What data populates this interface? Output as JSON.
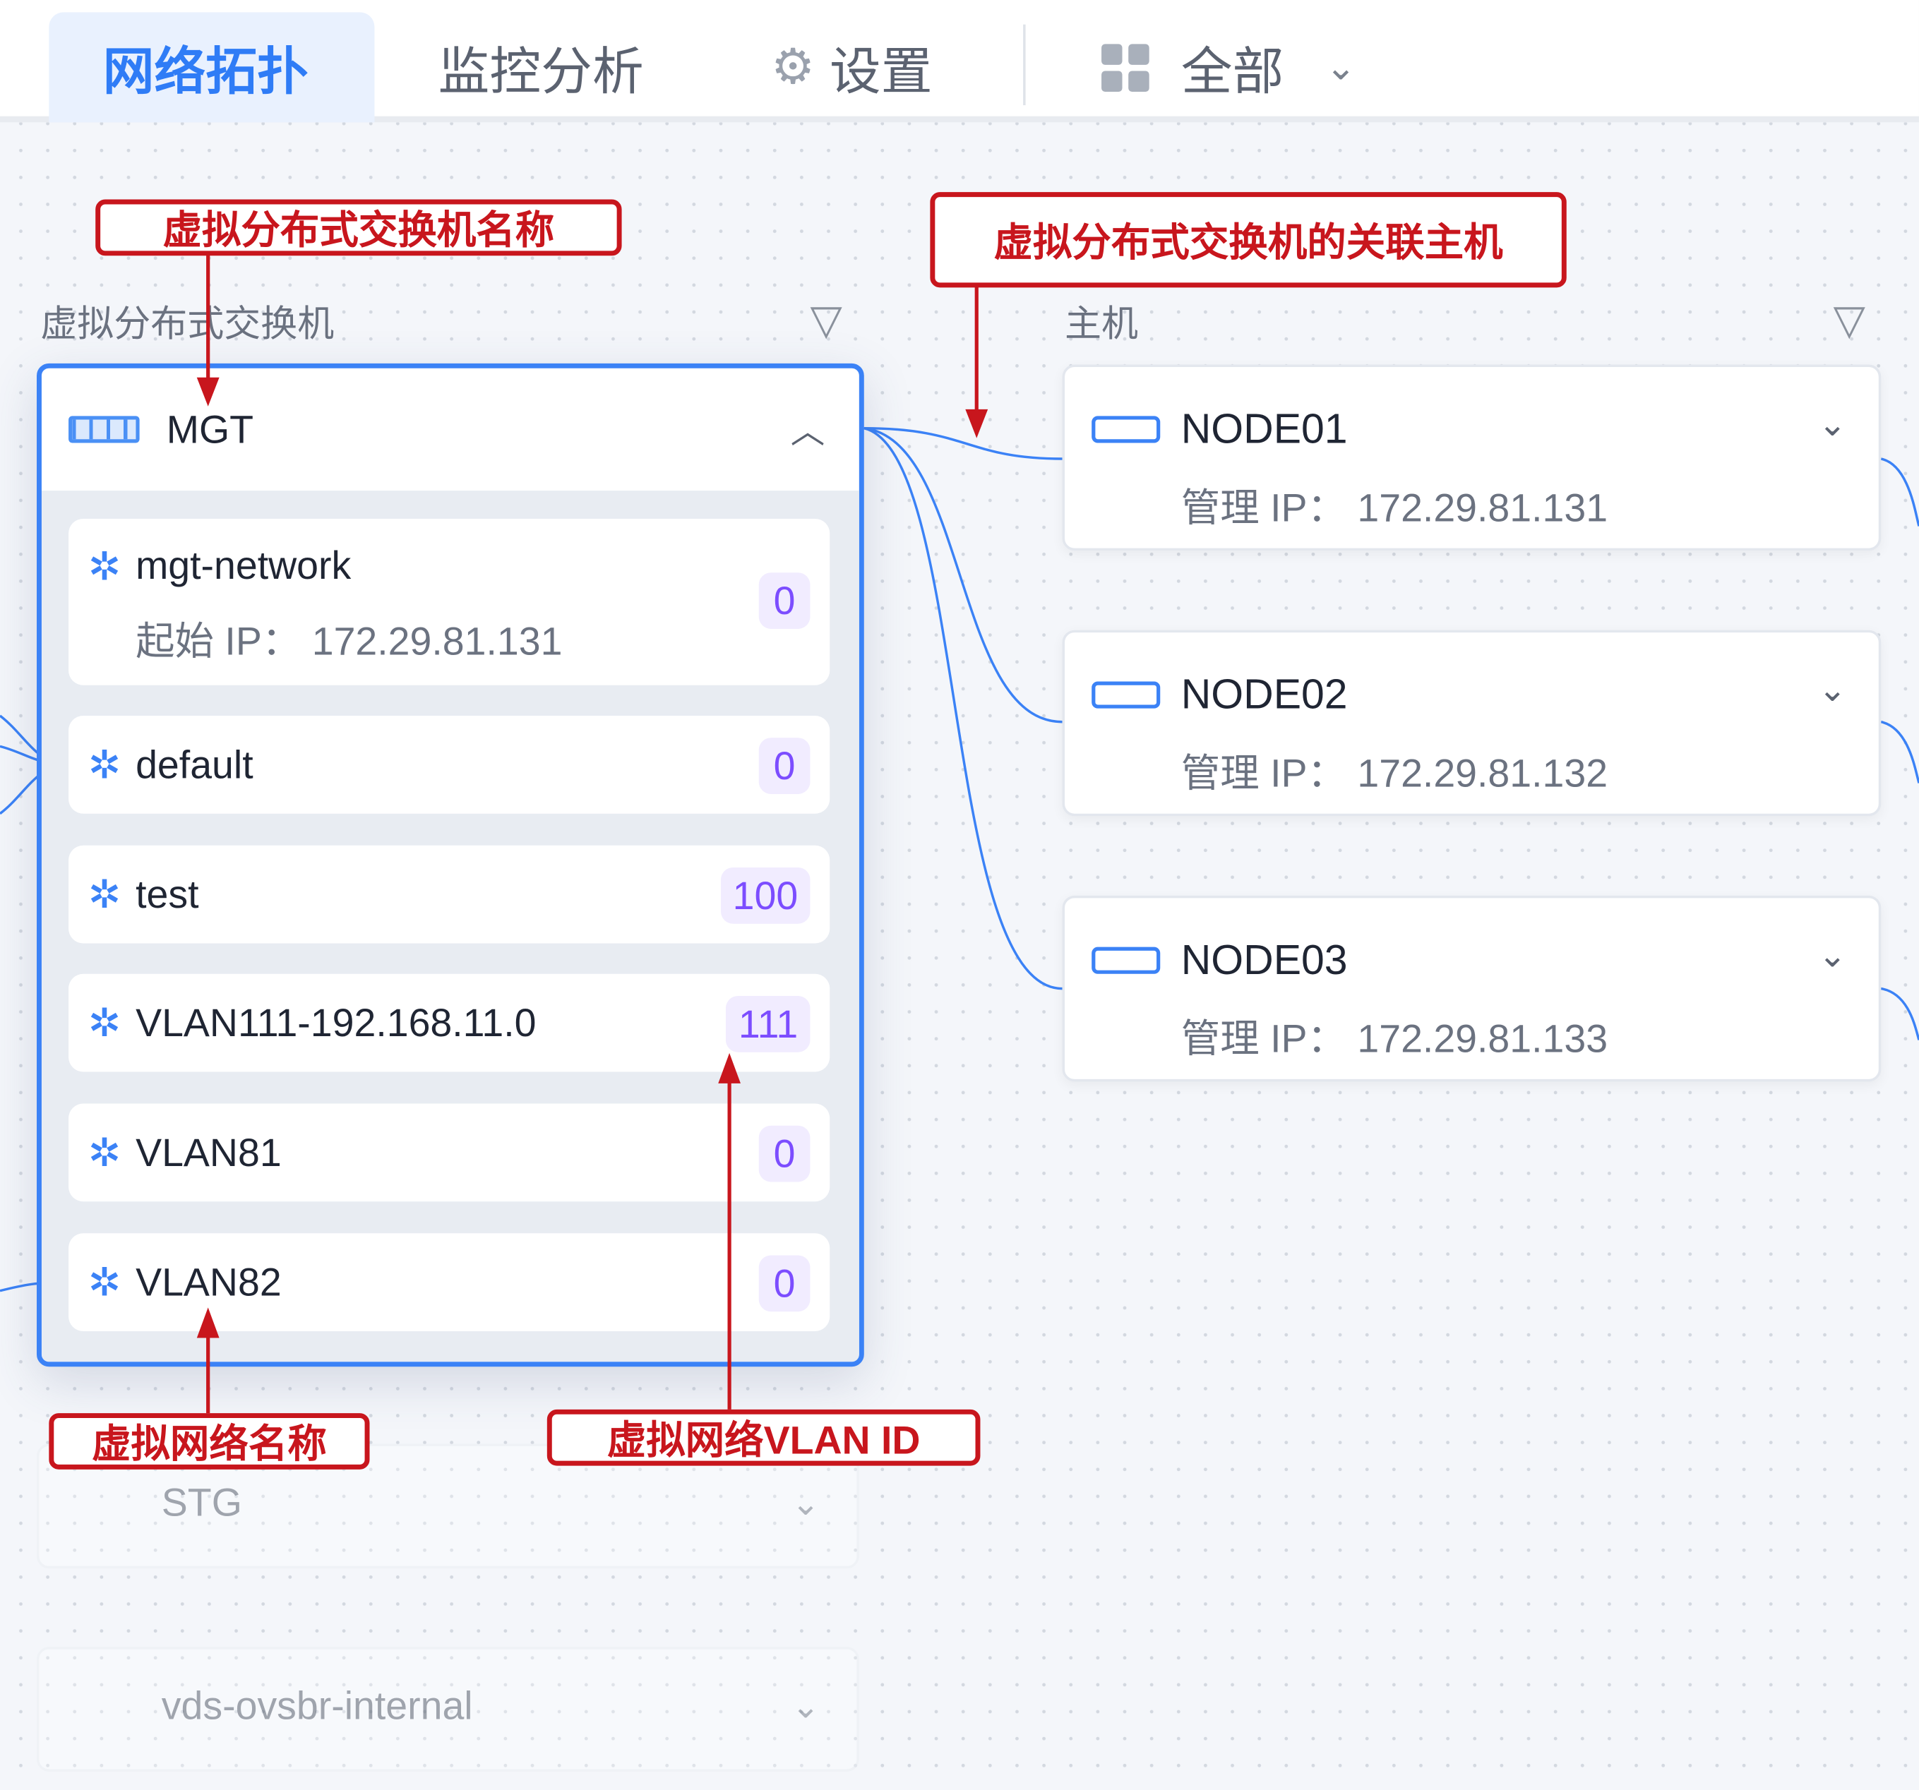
{
  "tabs": [
    {
      "label": "网络拓扑",
      "active": true
    },
    {
      "label": "监控分析"
    },
    {
      "label": "设置",
      "icon": "gear-icon"
    }
  ],
  "scope": {
    "label": "全部",
    "icon": "grid-icon"
  },
  "sections": {
    "switches": "虚拟分布式交换机",
    "hosts": "主机"
  },
  "switch": {
    "name": "MGT",
    "networks": [
      {
        "name": "mgt-network",
        "sub": "起始 IP： 172.29.81.131",
        "vlan": "0"
      },
      {
        "name": "default",
        "vlan": "0"
      },
      {
        "name": "test",
        "vlan": "100"
      },
      {
        "name": "VLAN111-192.168.11.0",
        "vlan": "111"
      },
      {
        "name": "VLAN81",
        "vlan": "0"
      },
      {
        "name": "VLAN82",
        "vlan": "0"
      }
    ]
  },
  "other_switches": [
    "STG",
    "vds-ovsbr-internal"
  ],
  "hosts": [
    {
      "name": "NODE01",
      "ip": "管理 IP： 172.29.81.131"
    },
    {
      "name": "NODE02",
      "ip": "管理 IP： 172.29.81.132"
    },
    {
      "name": "NODE03",
      "ip": "管理 IP： 172.29.81.133"
    }
  ],
  "annotations": {
    "switch_name": "虚拟分布式交换机名称",
    "hosts": "虚拟分布式交换机的关联主机",
    "net_name": "虚拟网络名称",
    "vlan": "虚拟网络VLAN ID"
  },
  "colors": {
    "accent": "#3b82f6",
    "annotation": "#c8161d",
    "badge": "#7c4dff"
  }
}
